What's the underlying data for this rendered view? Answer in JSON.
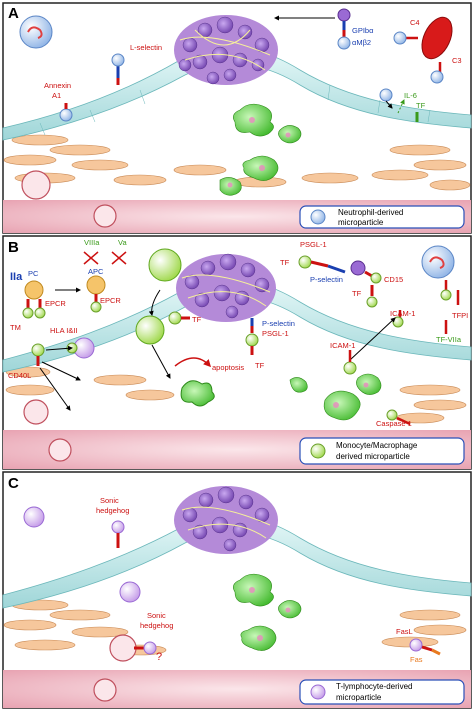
{
  "panels": [
    {
      "letter": "A",
      "legend": [
        "Neutrophil-derived",
        "microparticle"
      ],
      "labels": {
        "annexin": [
          "Annexin",
          "A1"
        ],
        "lselectin": "L-selectin",
        "gpib": "GPIbα",
        "amb2": "αMβ2",
        "c4": "C4",
        "c3": "C3",
        "il6": "IL-6",
        "tf": "TF"
      }
    },
    {
      "letter": "B",
      "legend": [
        "Monocyte/Macrophage",
        "derived microparticle"
      ],
      "labels": {
        "iia": "IIa",
        "pc": "PC",
        "tm": "TM",
        "epcr1": "EPCR",
        "apc": "APC",
        "epcr2": "EPCR",
        "viiia": "VIIIa",
        "va": "Va",
        "hla": "HLA I&II",
        "cd40l": "CD40L",
        "tf1": "TF",
        "pselectin1": "P-selectin",
        "psgl1a": "PSGL-1",
        "tf2": "TF",
        "apoptosis": "apoptosis",
        "psgl1b": "PSGL-1",
        "tf3": "TF",
        "pselectin2": "P-selectin",
        "cd15": "CD15",
        "tf4": "TF",
        "icam1a": "ICAM-1",
        "icam1b": "ICAM-1",
        "tfpi": "TFPI",
        "tfviia": "TF-VIIa",
        "caspase": "Caspase 1"
      }
    },
    {
      "letter": "C",
      "legend": [
        "T-lymphocyte-derived",
        "microparticle"
      ],
      "labels": {
        "sonic1": [
          "Sonic",
          "hedgehog"
        ],
        "sonic2": [
          "Sonic",
          "hedgehog"
        ],
        "question": "?",
        "fasl": "FasL",
        "fas": "Fas"
      }
    }
  ],
  "colors": {
    "endothelium": "#c9ecec",
    "blood": "#f2c4cd",
    "neutrophil_mp": "#b9d3f1",
    "monocyte_mp": "#d8f28a",
    "tlymph_mp": "#e0c8f4",
    "platelet": "#8c5cc4",
    "macrophage": "#7ee06a",
    "smc": "#f5c49a",
    "red": "#cc1111"
  }
}
